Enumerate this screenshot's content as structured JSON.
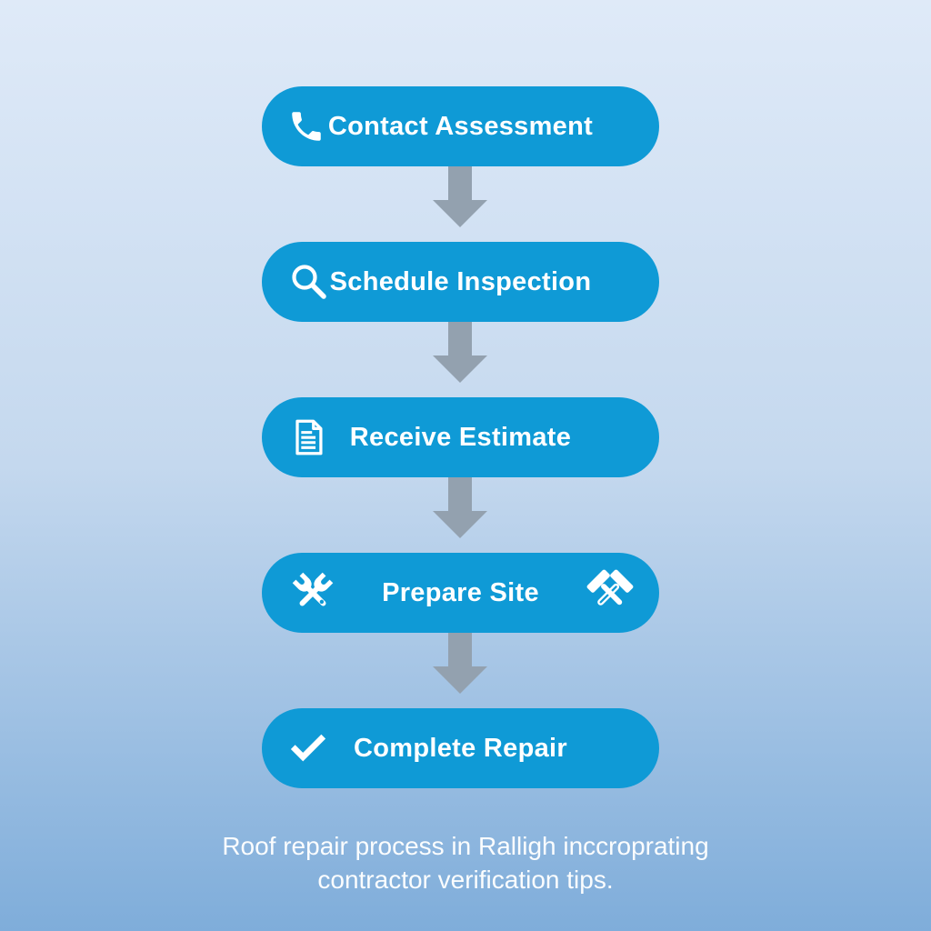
{
  "steps": [
    {
      "label": "Contact Assessment",
      "icon": "phone-icon"
    },
    {
      "label": "Schedule Inspection",
      "icon": "search-icon"
    },
    {
      "label": "Receive Estimate",
      "icon": "document-icon"
    },
    {
      "label": "Prepare Site",
      "icon_left": "crossed-wrenches-icon",
      "icon_right": "crossed-hammers-icon"
    },
    {
      "label": "Complete Repair",
      "icon": "checkmark-icon"
    }
  ],
  "connector": {
    "icon": "down-arrow-icon",
    "count": 4
  },
  "caption": {
    "line1": "Roof repair process in Ralligh inccroprating",
    "line2": "contractor verification tips."
  },
  "colors": {
    "pill": "#0f9ad6",
    "arrow": "#93a1af",
    "bg_top": "#dfeaf8",
    "bg_bottom": "#7fadda",
    "text": "#ffffff"
  }
}
